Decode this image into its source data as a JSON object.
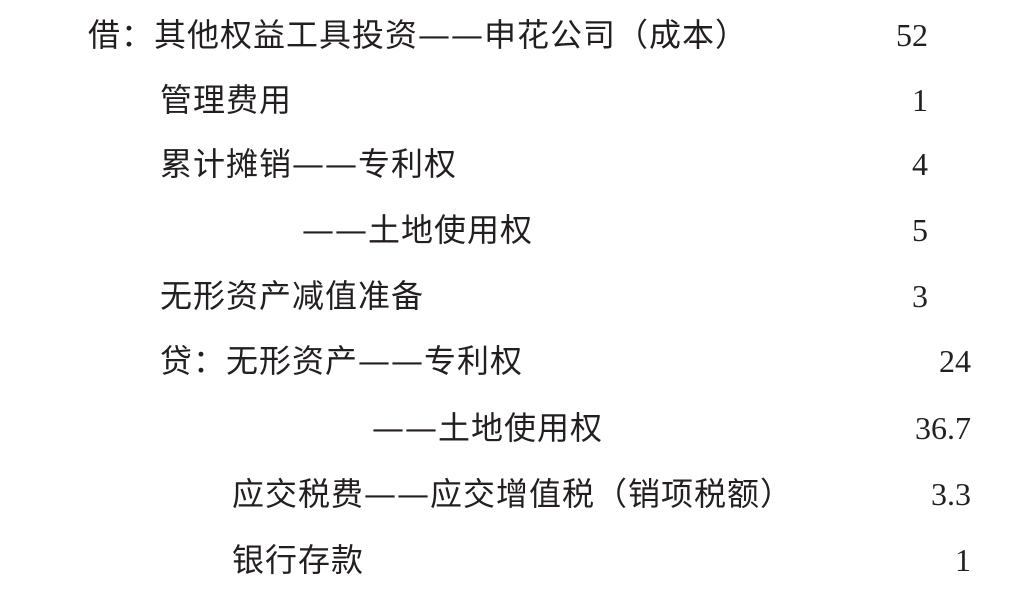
{
  "entry": {
    "lines": [
      {
        "account": "借：其他权益工具投资——申花公司（成本）",
        "amount": "52"
      },
      {
        "account": "管理费用",
        "amount": "1"
      },
      {
        "account": "累计摊销——专利权",
        "amount": "4"
      },
      {
        "account": "——土地使用权",
        "amount": "5"
      },
      {
        "account": "无形资产减值准备",
        "amount": "3"
      },
      {
        "account": "贷：无形资产——专利权",
        "amount": "24"
      },
      {
        "account": "——土地使用权",
        "amount": "36.7"
      },
      {
        "account": "应交税费——应交增值税（销项税额）",
        "amount": "3.3"
      },
      {
        "account": "银行存款",
        "amount": "1"
      }
    ]
  }
}
